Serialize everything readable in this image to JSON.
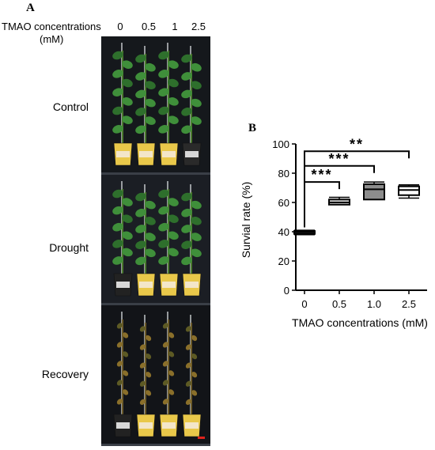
{
  "panel_a": {
    "letter": "A",
    "header_line1": "TMAO concentrations",
    "header_line2": "(mM)",
    "concentrations": [
      "0",
      "0.5",
      "1",
      "2.5"
    ],
    "rows": [
      {
        "label": "Control",
        "pot_colors": [
          "#e9c84a",
          "#e9c84a",
          "#e9c84a",
          "#2a2a2a"
        ],
        "plant_state": "healthy"
      },
      {
        "label": "Drought",
        "pot_colors": [
          "#222222",
          "#e9c84a",
          "#e9c84a",
          "#e9c84a"
        ],
        "plant_state": "healthy"
      },
      {
        "label": "Recovery",
        "pot_colors": [
          "#222222",
          "#e9c84a",
          "#e9c84a",
          "#e9c84a"
        ],
        "plant_state": "wilted"
      }
    ]
  },
  "panel_b": {
    "letter": "B"
  },
  "chart_data": {
    "type": "box",
    "xlabel": "TMAO concentrations (mM)",
    "ylabel": "Survial rate (%)",
    "categories": [
      "0",
      "0.5",
      "1.0",
      "2.5"
    ],
    "ylim": [
      0,
      100
    ],
    "yticks": [
      0,
      20,
      40,
      60,
      80,
      100
    ],
    "boxes": [
      {
        "category": "0",
        "min": 38,
        "q1": 38.5,
        "median": 39.5,
        "q3": 40.5,
        "max": 41,
        "fill": "#ffffff"
      },
      {
        "category": "0.5",
        "min": 58.5,
        "q1": 58.5,
        "median": 60,
        "q3": 62,
        "max": 63.5,
        "fill": "#d9d9d9"
      },
      {
        "category": "1.0",
        "min": 62,
        "q1": 62,
        "median": 69,
        "q3": 72.5,
        "max": 74,
        "fill": "#8c8c8c"
      },
      {
        "category": "2.5",
        "min": 63,
        "q1": 65,
        "median": 68.5,
        "q3": 71,
        "max": 72,
        "fill": "#ffffff"
      }
    ],
    "significance": [
      {
        "from": "0",
        "to": "0.5",
        "label": "***",
        "y": 74
      },
      {
        "from": "0",
        "to": "1.0",
        "label": "***",
        "y": 85
      },
      {
        "from": "0",
        "to": "2.5",
        "label": "**",
        "y": 95
      }
    ]
  }
}
